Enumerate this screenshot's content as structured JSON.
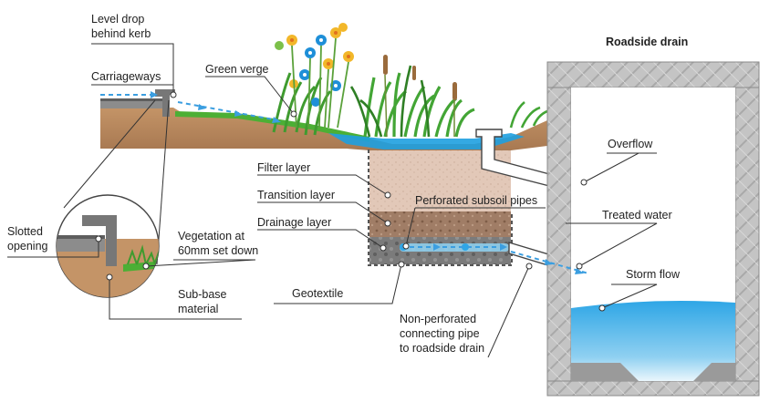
{
  "labels": {
    "level_drop_line1": "Level drop",
    "level_drop_line2": "behind kerb",
    "carriageways": "Carriageways",
    "green_verge": "Green verge",
    "roadside_drain": "Roadside drain",
    "overflow": "Overflow",
    "filter_layer": "Filter layer",
    "transition_layer": "Transition layer",
    "drainage_layer": "Drainage layer",
    "perforated_subsoil_pipes": "Perforated subsoil pipes",
    "treated_water": "Treated water",
    "storm_flow": "Storm flow",
    "slotted_opening_line1": "Slotted",
    "slotted_opening_line2": "opening",
    "vegetation_line1": "Vegetation at",
    "vegetation_line2": "60mm set down",
    "sub_base_line1": "Sub-base",
    "sub_base_line2": "material",
    "geotextile": "Geotextile",
    "non_perforated_line1": "Non-perforated",
    "non_perforated_line2": "connecting pipe",
    "non_perforated_line3": "to roadside drain"
  },
  "colors": {
    "soil": "#b98a5c",
    "soil_dark": "#8e6540",
    "grass": "#4caf35",
    "water": "#1ea0e0",
    "flow_arrow": "#3b9ee0",
    "filter_layer": "#e3c9ba",
    "transition_layer": "#a8826a",
    "drainage_layer": "#7d7d7d",
    "concrete": "#bfbfbf",
    "road": "#8c8c8c"
  }
}
